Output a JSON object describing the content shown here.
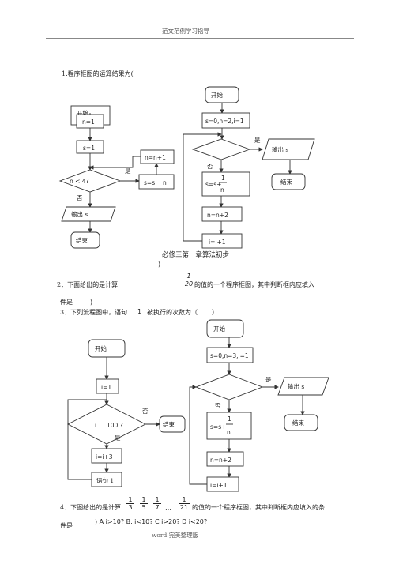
{
  "header": {
    "title": "范文范例学习指导"
  },
  "footer": {
    "text": "word 完美整理版"
  },
  "q1": {
    "prompt": "1.程序框图的运算结果为(",
    "close_paren": ")",
    "left": {
      "start": "开始",
      "init": "n=1",
      "s_init": "s=1",
      "inc": "n=n+1",
      "cond": "n < 4?",
      "yes": "是",
      "update_a": "s=s",
      "update_b": "n",
      "no": "否",
      "output": "输出  s",
      "end": "结束"
    },
    "right": {
      "start": "开始",
      "init": "s=0,n=2,i=1",
      "yes": "是",
      "output": "输出  s",
      "no": "否",
      "update_s": "s=s+",
      "frac_num": "1",
      "frac_den": "n",
      "end": "结束",
      "inc_n": "n=n+2",
      "inc_i": "i=i+1"
    },
    "section_title": "必修三第一章算法初步"
  },
  "q2": {
    "prompt": "2．下面给出的是计算",
    "frac_num": "1",
    "frac_den": "20",
    "tail": "的值的一个程序框图，其中判断框内应填入",
    "line2": "件是",
    "line2_paren": ")"
  },
  "q3": {
    "prompt": "3．下列流程图中，语句",
    "n": "1",
    "tail": "被执行的次数为（",
    "close": "）",
    "left": {
      "start": "开始",
      "init": "i=1",
      "no": "否",
      "cond_a": "i",
      "cond_b": "100 ?",
      "yes": "是",
      "update": "i=i+3",
      "stmt": "语句  1",
      "end": "结束"
    },
    "right": {
      "start": "开始",
      "init": "s=0,n=3,i=1",
      "yes": "是",
      "output": "输出  s",
      "no": "否",
      "update_s": "s=s+",
      "frac_num": "1",
      "frac_den": "n",
      "end": "结束",
      "inc_n": "n=n+2",
      "inc_i": "i=i+1"
    }
  },
  "q4": {
    "prompt": "4．下图给出的是计算",
    "fracs": [
      {
        "num": "1",
        "den": "3"
      },
      {
        "num": "1",
        "den": "5"
      },
      {
        "num": "1",
        "den": "7"
      },
      {
        "num": "1",
        "den": "21"
      }
    ],
    "ellipsis": "…",
    "tail": "的值的一个程序框图，其中判断框内应填入的条",
    "line2": "件是",
    "options": ") A i>10?         B. i<10?    C i>20?  D i<20?"
  }
}
